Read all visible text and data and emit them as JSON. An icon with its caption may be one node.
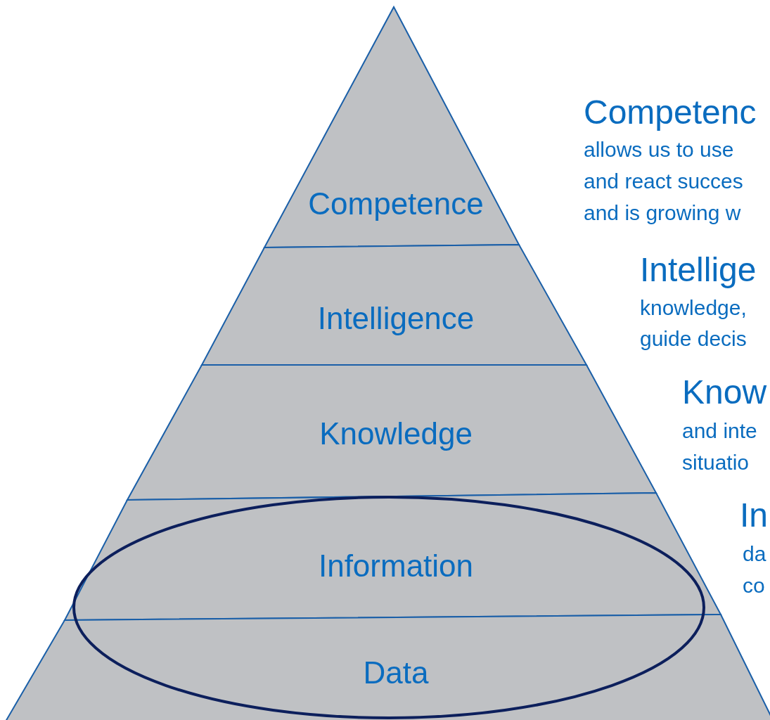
{
  "diagram": {
    "nodes": [
      {
        "text": [
          "Competence"
        ]
      },
      {
        "text": [
          "Intelligence"
        ]
      },
      {
        "text": [
          "Knowledge"
        ]
      },
      {
        "text": [
          "Information"
        ]
      },
      {
        "text": [
          "Data"
        ]
      }
    ],
    "labels": [
      "Competenc",
      "allows us to use",
      "and react succes",
      "and is growing w",
      "Intellige",
      "knowledge,",
      "guide decis",
      "Know",
      "and inte",
      "situatio",
      "In",
      "da",
      "co"
    ]
  }
}
